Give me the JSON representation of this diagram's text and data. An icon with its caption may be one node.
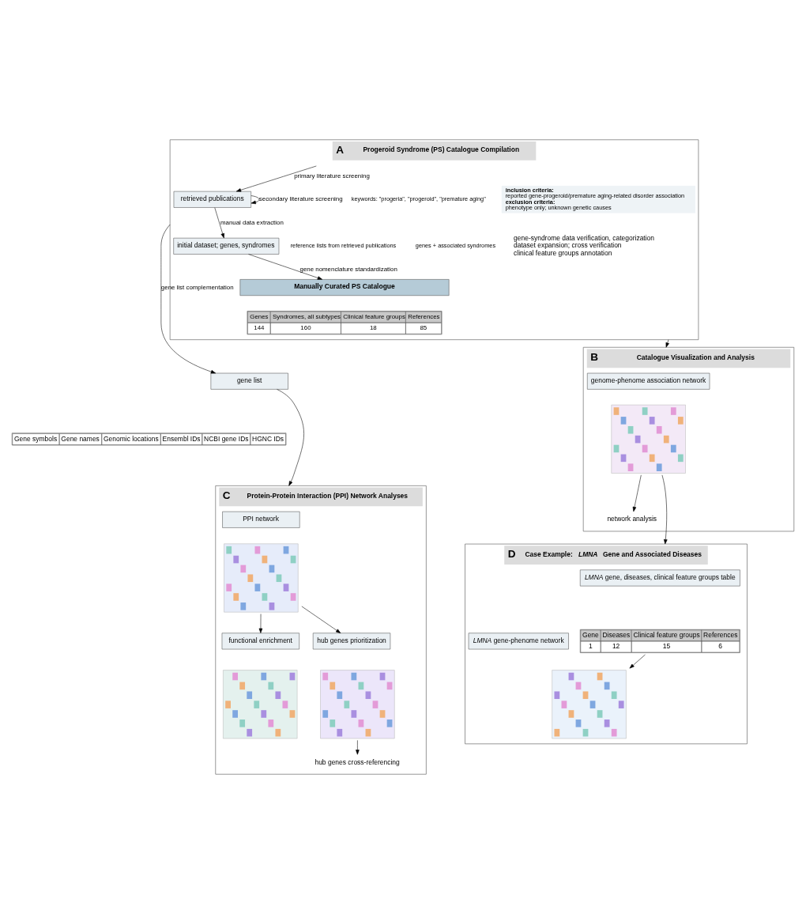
{
  "diagram": {
    "nodes": [
      {
        "text": [
          "A",
          "Progeroid Syndrome (PS) Catalogue Compilation"
        ]
      },
      {
        "text": [
          "retrieved publications"
        ],
        "in": 0
      },
      {
        "text": [
          "inclusion criteria:",
          "reported gene-progeroid/premature aging-related disorder association",
          "exclusion criteria:",
          "phenotype only; unknown genetic causes"
        ],
        "in": 0
      },
      {
        "text": [
          "initial dataset; genes, syndromes"
        ],
        "in": 0
      },
      {
        "text": [
          "Manually Curated PS Catalogue"
        ],
        "in": 0
      },
      {
        "text": [
          "gene list"
        ]
      },
      {
        "text": [
          "B",
          "Catalogue Visualization and Analysis"
        ]
      },
      {
        "text": [
          "genome-phenome association network"
        ],
        "in": 6
      },
      {
        "text": [],
        "shape": "picture",
        "in": 6
      },
      {
        "text": [
          "network analysis"
        ],
        "in": 6
      },
      {
        "text": [
          "C",
          "Protein-Protein Interaction (PPI) Network Analyses"
        ]
      },
      {
        "text": [
          "PPI network"
        ],
        "in": 10
      },
      {
        "text": [],
        "shape": "picture",
        "in": 10
      },
      {
        "text": [
          "functional enrichment"
        ],
        "in": 10
      },
      {
        "text": [
          "hub genes prioritization"
        ],
        "in": 10
      },
      {
        "text": [],
        "shape": "picture",
        "in": 10
      },
      {
        "text": [],
        "shape": "picture",
        "in": 10
      },
      {
        "text": [
          "hub genes cross-referencing"
        ],
        "in": 10
      },
      {
        "text": [
          "D",
          "Case Example: *LMNA* Gene and Associated Diseases"
        ]
      },
      {
        "text": [
          "*LMNA* gene, diseases, clinical feature groups table"
        ],
        "in": 18
      },
      {
        "text": [
          "*LMNA* gene-phenome network"
        ],
        "in": 18
      },
      {
        "text": [
          "Gene",
          "Diseases",
          "Clinical feature groups",
          "References",
          "1",
          "12",
          "15",
          "6"
        ],
        "in": 18
      },
      {
        "text": [],
        "shape": "picture",
        "in": 18
      }
    ],
    "edges": [
      {
        "from": null,
        "to": 1,
        "arrow": "to",
        "label": "primary literature screening"
      },
      {
        "from": 1,
        "to": 1,
        "arrow": "to",
        "label": "secondary literature screening"
      },
      {
        "from": 1,
        "to": 3,
        "arrow": "to",
        "label": "manual data extraction"
      },
      {
        "from": 3,
        "to": 4,
        "arrow": "to",
        "label": "gene nomenclature standardization"
      },
      {
        "from": 0,
        "to": 5,
        "arrow": "to",
        "label": "gene list complementation"
      },
      {
        "from": 0,
        "to": 6,
        "arrow": "to"
      },
      {
        "from": 5,
        "to": 10,
        "arrow": "to"
      },
      {
        "from": 8,
        "to": 9,
        "arrow": "to"
      },
      {
        "from": 8,
        "to": 18,
        "arrow": "to"
      },
      {
        "from": 12,
        "to": 13,
        "arrow": "to"
      },
      {
        "from": 12,
        "to": 14,
        "arrow": "to"
      },
      {
        "from": 16,
        "to": 17,
        "arrow": "to"
      },
      {
        "from": 21,
        "to": 22,
        "arrow": "to"
      }
    ],
    "labels": [
      "keywords: \"progeria\", \"progeroid\", \"premature aging\"",
      "reference lists from retrieved publications",
      "genes + associated syndromes",
      "gene-syndrome data verification, categorization",
      "dataset expansion; cross verification",
      "clinical feature groups annotation",
      "Genes",
      "Syndromes, all subtypes",
      "Clinical feature groups",
      "References",
      "144",
      "160",
      "18",
      "85",
      "Gene symbols",
      "Gene names",
      "Genomic locations",
      "Ensembl IDs",
      "NCBI gene IDs",
      "HGNC IDs"
    ]
  }
}
